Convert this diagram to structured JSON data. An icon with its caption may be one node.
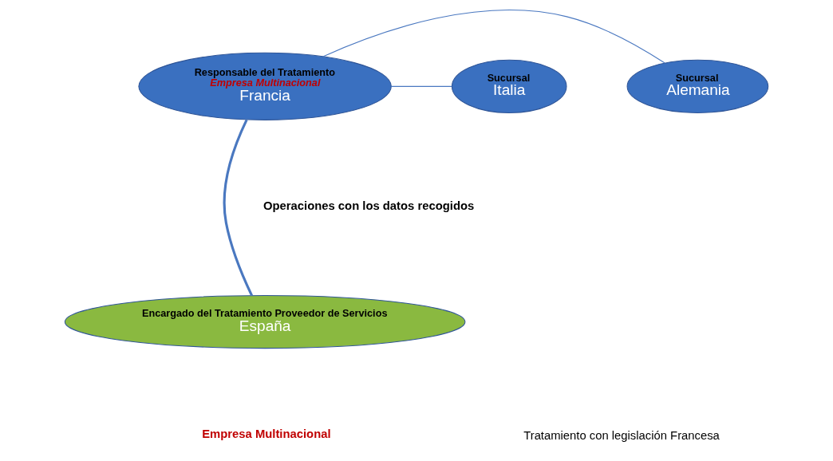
{
  "diagram": {
    "nodes": [
      {
        "text": [
          "Responsable del Tratamiento",
          "Empresa Multinacional",
          "Francia"
        ]
      },
      {
        "text": [
          "Sucursal",
          "Alemania"
        ]
      },
      {
        "text": [
          "Sucursal",
          "Italia"
        ]
      },
      {
        "text": [
          "Encargado del Tratamiento Proveedor de Servicios",
          "España"
        ]
      }
    ],
    "edges": [
      {
        "from": 0,
        "to": 1,
        "arrow": "none"
      },
      {
        "from": 0,
        "to": 2,
        "arrow": "none"
      },
      {
        "from": 0,
        "to": 3,
        "arrow": "none",
        "style": "thick"
      }
    ],
    "labels": [
      "Operaciones con los datos recogidos",
      "Empresa Multinacional",
      "Tratamiento con legislación Francesa"
    ]
  }
}
